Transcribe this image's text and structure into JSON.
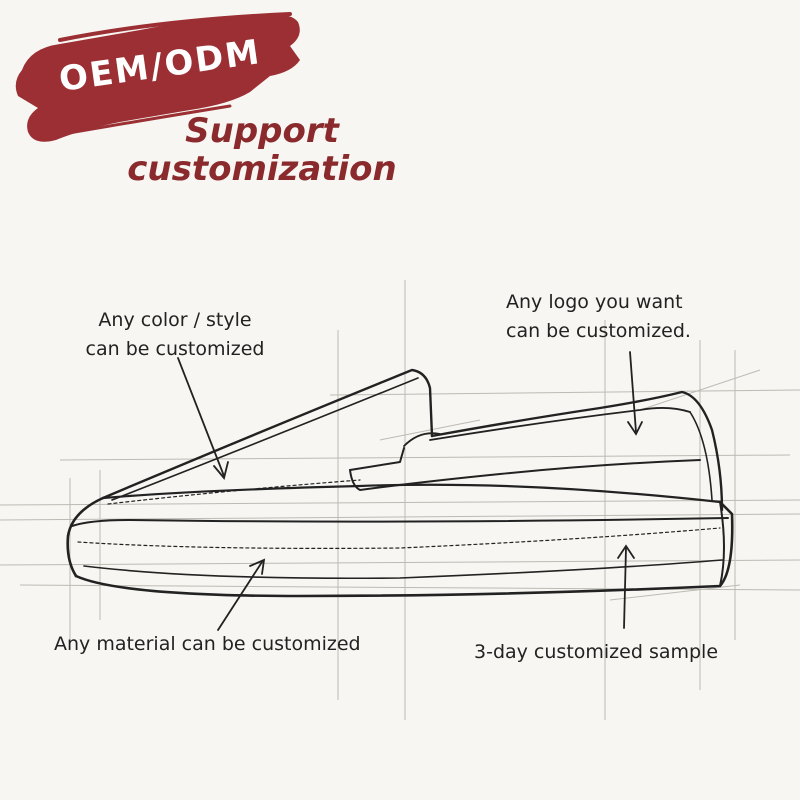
{
  "banner": {
    "brand_label": "OEM/ODM",
    "subtitle_line1": "Support",
    "subtitle_line2": "customization",
    "brush_color": "#9b2f33",
    "subtitle_color": "#8a2a2c"
  },
  "annotations": {
    "color_style": {
      "line1": "Any color / style",
      "line2": "can be customized"
    },
    "logo": {
      "line1": "Any logo you want",
      "line2": "can be customized."
    },
    "material": {
      "text": "Any material can be customized"
    },
    "sample": {
      "text": "3-day customized sample"
    }
  },
  "illustration": {
    "subject": "slip-on-loafer-sketch",
    "line_color": "#222222",
    "guide_color": "#bdbab3"
  }
}
